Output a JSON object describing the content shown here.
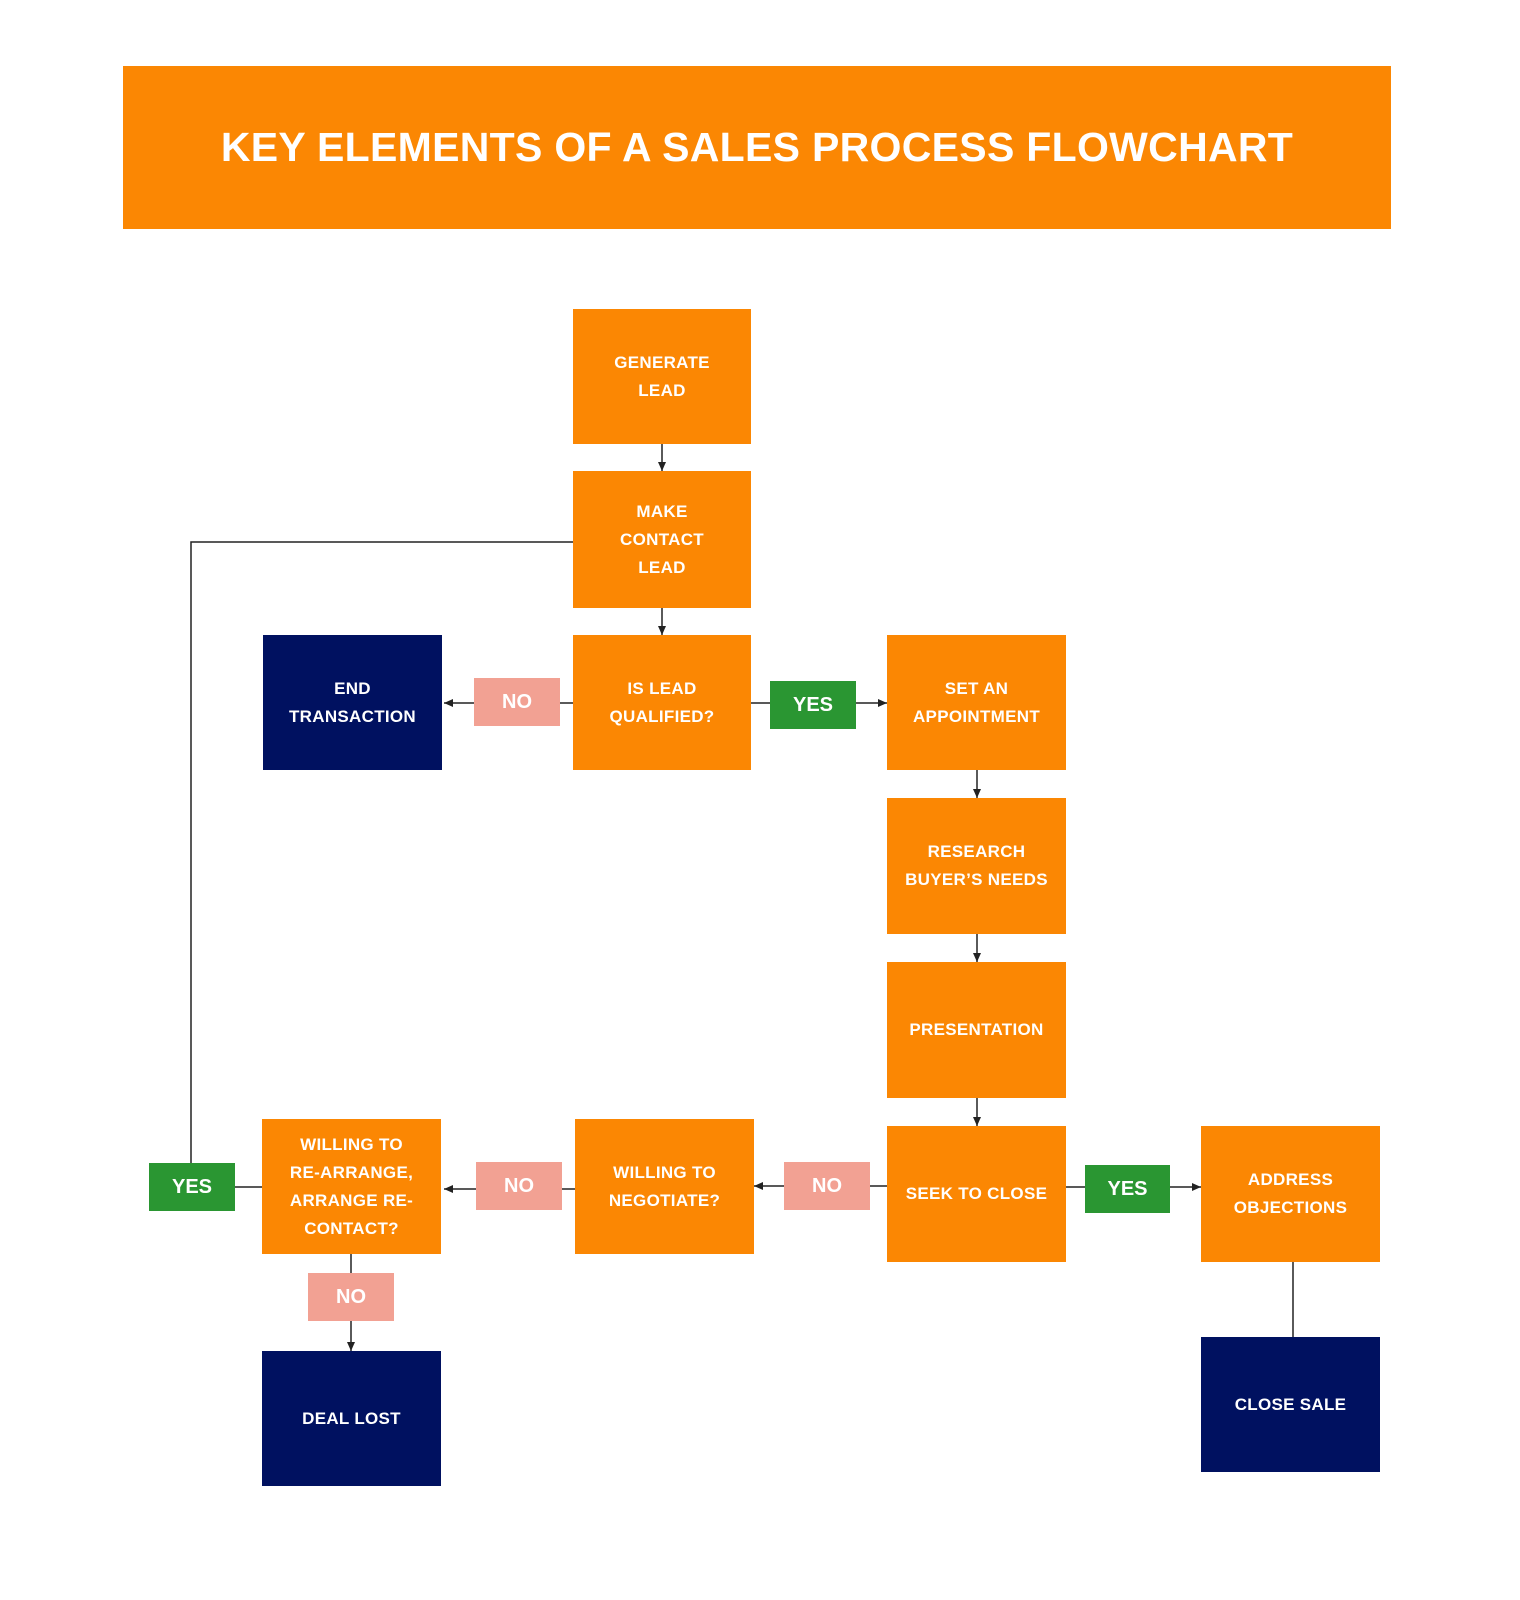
{
  "title": "KEY ELEMENTS OF A SALES PROCESS FLOWCHART",
  "colors": {
    "process": "#fb8703",
    "terminal": "#001160",
    "no_label": "#f2a193",
    "yes_label": "#2a9632",
    "connector": "#222222"
  },
  "nodes": {
    "generate_lead": "GENERATE\nLEAD",
    "make_contact": "MAKE\nCONTACT\nLEAD",
    "is_qualified": "IS LEAD\nQUALIFIED?",
    "end_transaction": "END\nTRANSACTION",
    "set_appointment": "SET AN\nAPPOINTMENT",
    "research_needs": "RESEARCH\nBUYER’S NEEDS",
    "presentation": "PRESENTATION",
    "seek_to_close": "SEEK TO CLOSE",
    "address_objections": "ADDRESS\nOBJECTIONS",
    "close_sale": "CLOSE SALE",
    "willing_negotiate": "WILLING TO\nNEGOTIATE?",
    "willing_rearrange": "WILLING TO\nRE-ARRANGE,\nARRANGE RE-\nCONTACT?",
    "deal_lost": "DEAL LOST"
  },
  "labels": {
    "no_qualified": "NO",
    "yes_qualified": "YES",
    "no_close": "NO",
    "yes_close": "YES",
    "no_negotiate": "NO",
    "yes_rearrange": "YES",
    "no_rearrange": "NO"
  }
}
